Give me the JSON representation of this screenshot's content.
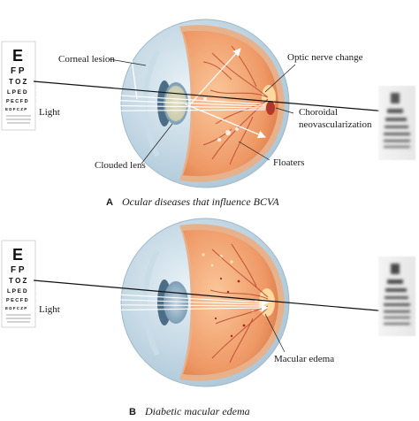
{
  "panel_a": {
    "letter": "A",
    "caption": "Ocular diseases that influence BCVA",
    "labels": {
      "corneal_lesion": "Corneal lesion",
      "light": "Light",
      "clouded_lens": "Clouded lens",
      "optic_nerve_change": "Optic nerve change",
      "choroidal_line1": "Choroidal",
      "choroidal_line2": "neovascularization",
      "floaters": "Floaters"
    },
    "chart_letters": [
      "E",
      "F P",
      "T O Z",
      "L P E D",
      "P E C F D",
      "E D F C Z P"
    ]
  },
  "panel_b": {
    "letter": "B",
    "caption": "Diabetic macular edema",
    "labels": {
      "light": "Light",
      "macular_edema": "Macular edema"
    },
    "chart_letters": [
      "E",
      "F P",
      "T O Z",
      "L P E D",
      "P E C F D",
      "E D F C Z P"
    ]
  },
  "colors": {
    "sclera": "#c7dbe6",
    "choroid": "#e9956a",
    "retina": "#f3a877",
    "lens": "#8fb1c9",
    "macula": "#b3362a",
    "vessel": "#b8442e",
    "arrow": "#111111"
  }
}
